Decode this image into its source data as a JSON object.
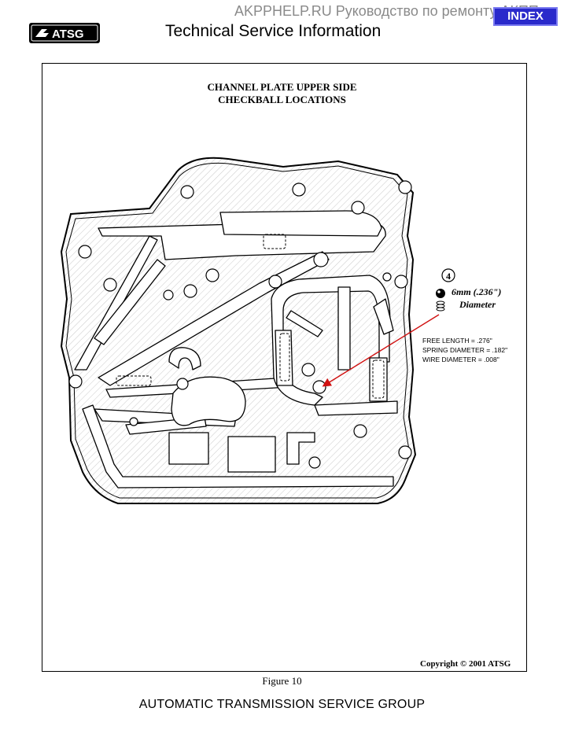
{
  "watermark": "AKPPHELP.RU Руководство по ремонту АКПП",
  "index_button": "INDEX",
  "logo_text": "ATSG",
  "header_title": "Technical Service Information",
  "figure": {
    "title_line1": "CHANNEL PLATE UPPER SIDE",
    "title_line2": "CHECKBALL LOCATIONS",
    "callout_number": "4",
    "ball_size": "6mm (.236\")",
    "ball_desc": "Diameter",
    "specs": [
      "FREE LENGTH = .276\"",
      "SPRING DIAMETER = .182\"",
      "WIRE DIAMETER = .008\""
    ],
    "copyright": "Copyright © 2001 ATSG",
    "label": "Figure 10"
  },
  "footer": "AUTOMATIC TRANSMISSION SERVICE GROUP",
  "colors": {
    "index_bg": "#2a2acb",
    "arrow": "#d01010",
    "watermark": "#8a8a8a"
  }
}
